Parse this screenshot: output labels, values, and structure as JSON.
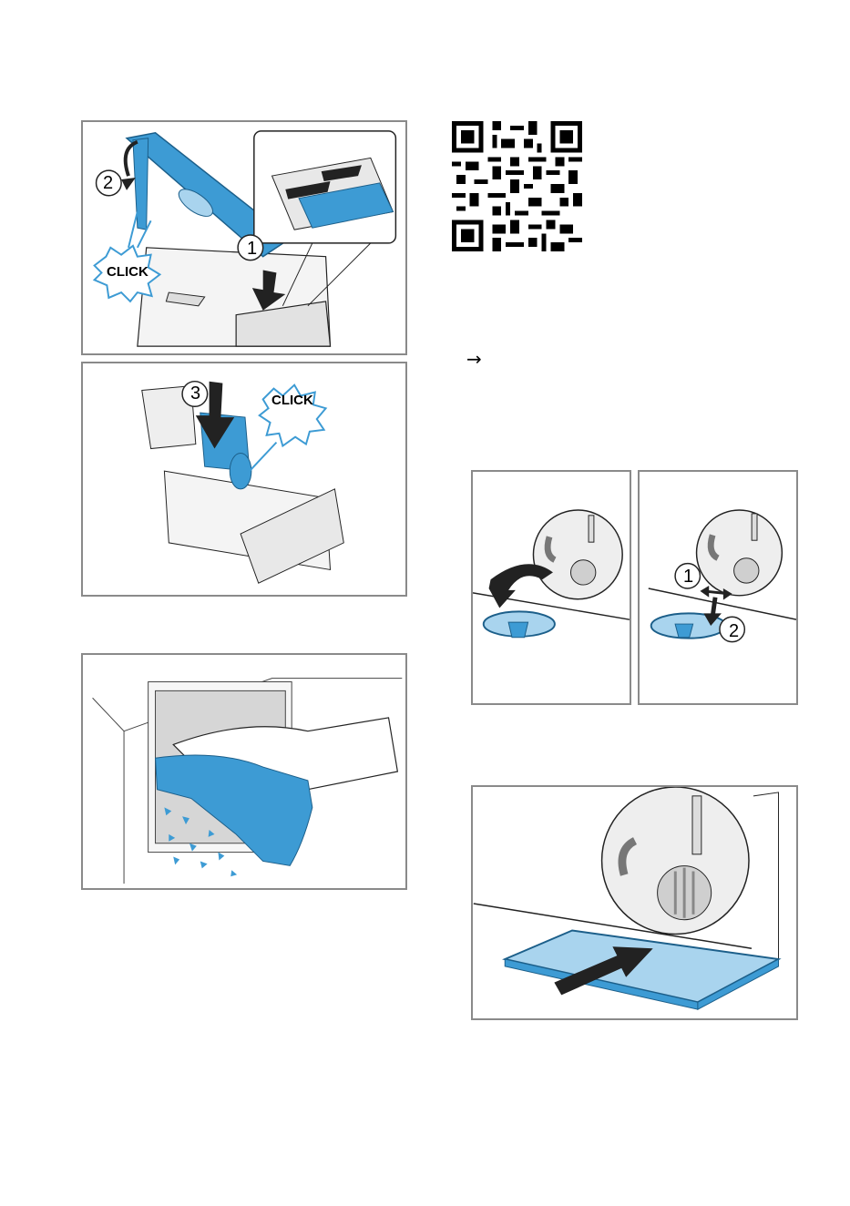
{
  "figures": {
    "drawer_insert": {
      "step1": "1",
      "step2": "2",
      "click": "CLICK"
    },
    "drawer_press": {
      "step3": "3",
      "click": "CLICK"
    },
    "pump_cover_left": {},
    "pump_cover_right": {
      "step1": "1",
      "step2": "2"
    },
    "wipe_drawer_housing": {},
    "tray_insert": {}
  },
  "qr_code": {
    "icon": "qr-code-icon"
  },
  "cross_reference": {
    "glyph": "→"
  },
  "colors": {
    "accent_blue": "#3d9bd4",
    "light_blue": "#a9d4ee",
    "frame_gray": "#8a8a8a",
    "part_gray": "#d6d6d6"
  }
}
